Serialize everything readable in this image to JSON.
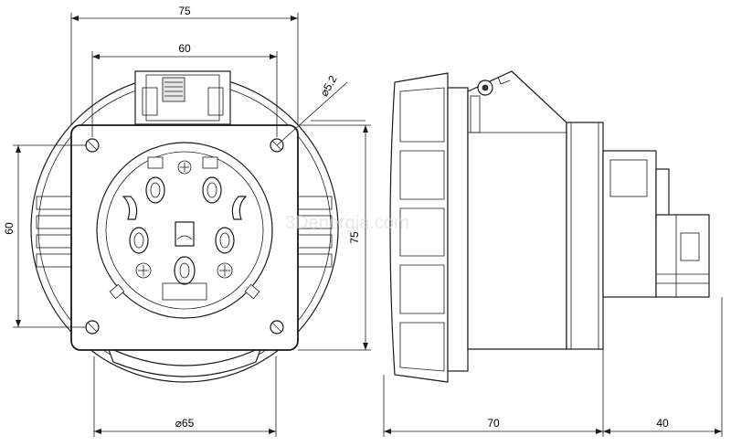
{
  "dimensions": {
    "front_width": "75",
    "front_inner_width": "60",
    "front_left_height": "60",
    "front_right_height": "75",
    "hole_diameter": "⌀5.2",
    "front_bottom_diameter": "⌀65",
    "side_depth": "70",
    "side_rear_depth": "40"
  },
  "watermark": "3Denergia.com"
}
